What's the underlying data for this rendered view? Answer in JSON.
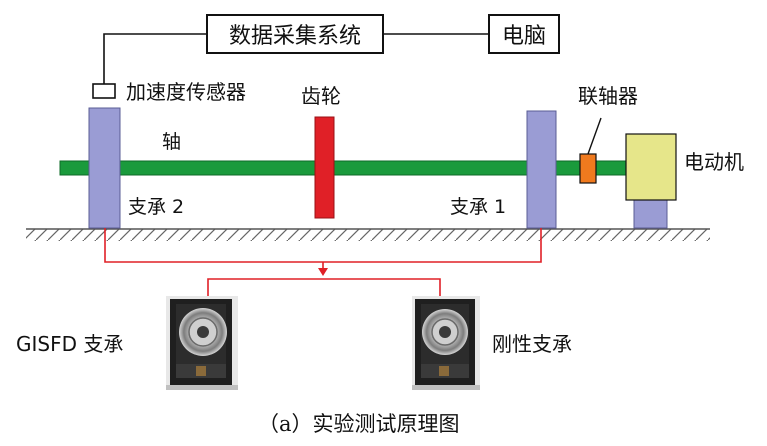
{
  "blocks": {
    "daq": "数据采集系统",
    "pc": "电脑"
  },
  "labels": {
    "accelerometer": "加速度传感器",
    "gear": "齿轮",
    "coupling": "联轴器",
    "shaft": "轴",
    "motor": "电动机",
    "support_2": "支承 2",
    "support_1": "支承 1",
    "gisfd_support": "GISFD 支承",
    "rigid_support": "刚性支承"
  },
  "caption": "（a）实验测试原理图",
  "colors": {
    "shaft": "#1a9a3c",
    "gear": "#e02027",
    "support": "#9a9cd4",
    "coupling": "#f07a1e",
    "motor": "#e6e68a",
    "connector": "#e02027",
    "ground": "#555555"
  }
}
